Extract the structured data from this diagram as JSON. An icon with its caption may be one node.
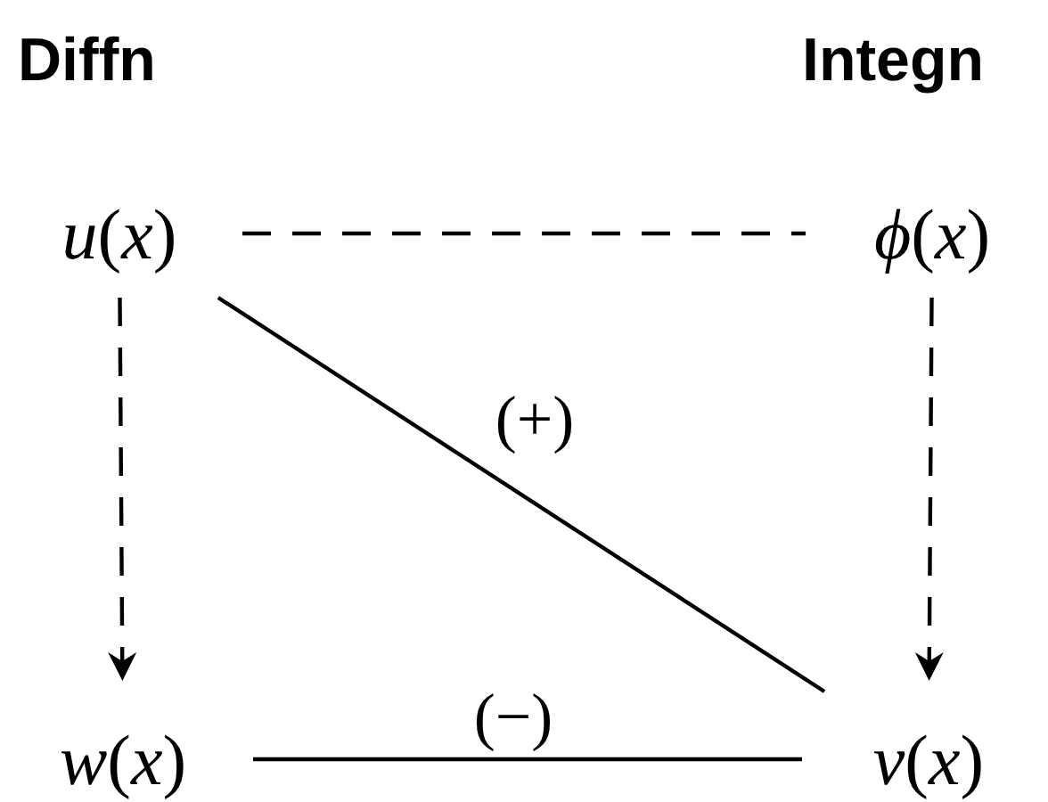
{
  "diagram": {
    "nodes": [
      {
        "text": [
          "*u*(*x*)"
        ]
      },
      {
        "text": [
          "*ϕ*(*x*)"
        ]
      },
      {
        "text": [
          "*w*(*x*)"
        ]
      },
      {
        "text": [
          "*v*(*x*)"
        ]
      }
    ],
    "edges": [
      {
        "from": 0,
        "to": 1,
        "arrow": "none",
        "style": "dashed"
      },
      {
        "from": 0,
        "to": 2,
        "arrow": "to",
        "style": "dashed"
      },
      {
        "from": 1,
        "to": 3,
        "arrow": "to",
        "style": "dashed"
      },
      {
        "from": 0,
        "to": 3,
        "arrow": "none",
        "label": "(+)"
      },
      {
        "from": 2,
        "to": 3,
        "arrow": "none",
        "label": "(−)"
      }
    ],
    "labels": [
      "Diffn",
      "Integn"
    ]
  }
}
